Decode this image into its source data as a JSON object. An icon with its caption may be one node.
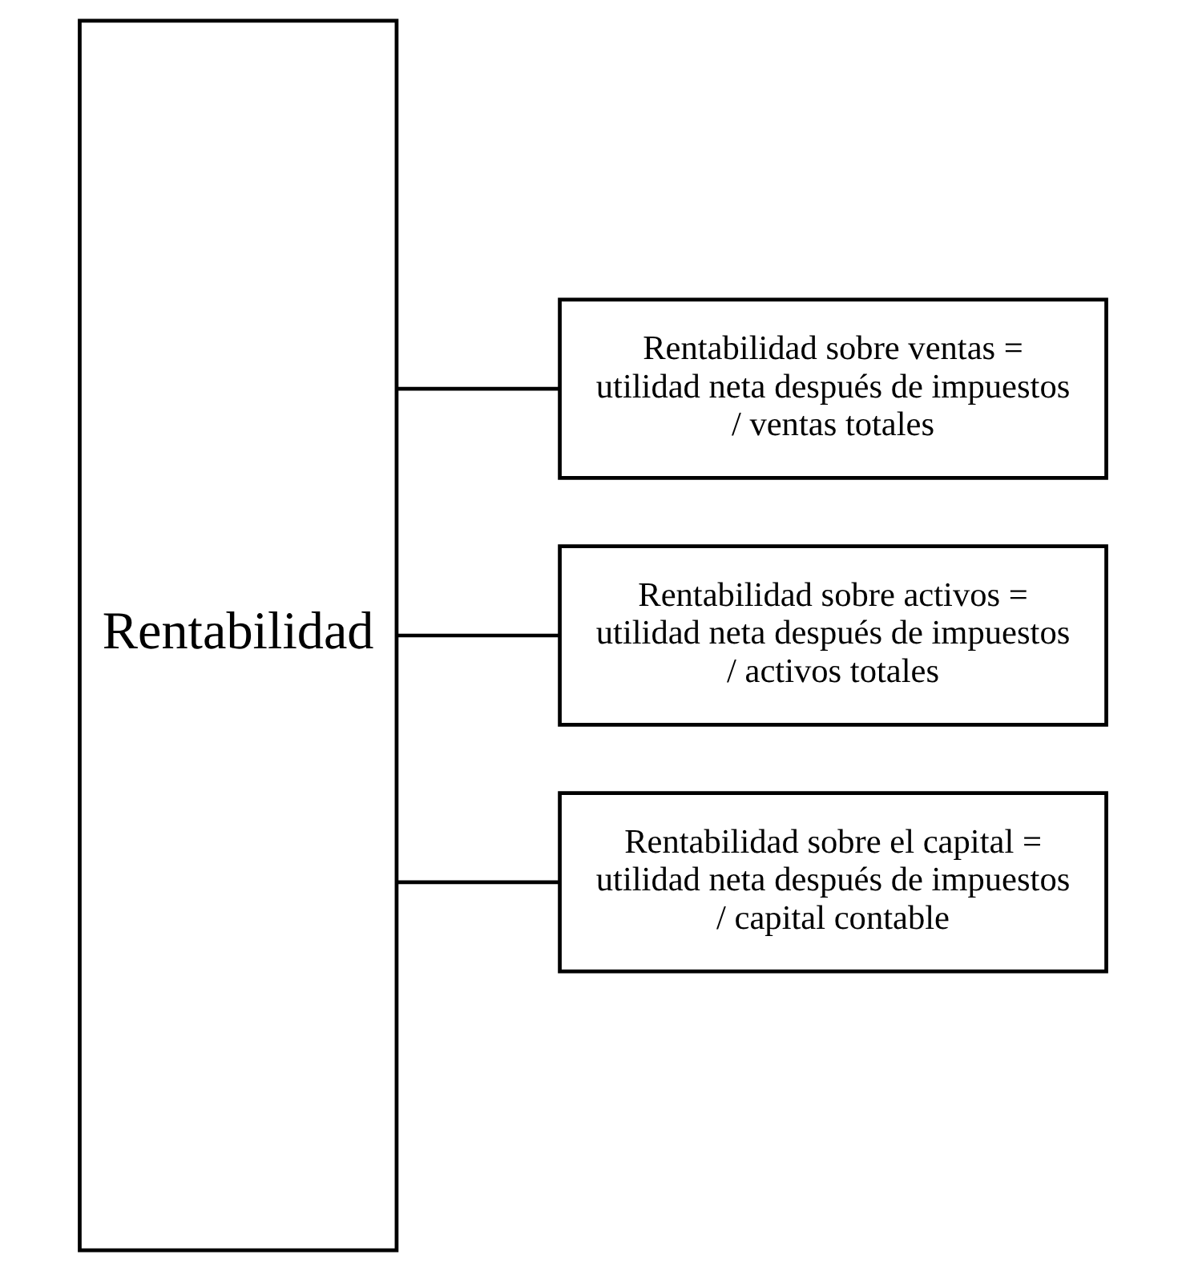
{
  "diagram": {
    "nodes": [
      {
        "text": [
          "Rentabilidad"
        ]
      },
      {
        "text": [
          "Rentabilidad sobre ventas = utilidad neta después de impuestos / ventas totales"
        ]
      },
      {
        "text": [
          "Rentabilidad sobre activos = utilidad neta después de impuestos / activos totales"
        ]
      },
      {
        "text": [
          "Rentabilidad sobre el capital = utilidad neta después de impuestos / capital contable"
        ]
      }
    ],
    "edges": [
      {
        "from": 0,
        "to": 1,
        "arrow": "none"
      },
      {
        "from": 0,
        "to": 2,
        "arrow": "none"
      },
      {
        "from": 0,
        "to": 3,
        "arrow": "none"
      }
    ]
  }
}
